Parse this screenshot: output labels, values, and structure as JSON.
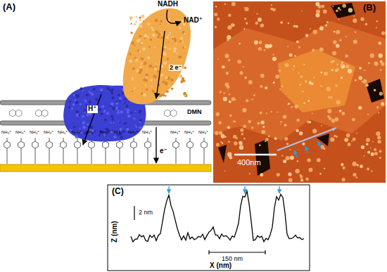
{
  "diagram": {
    "labels": [
      "(A)",
      "NADH",
      "NAD⁺",
      "2 e⁻",
      "H⁺",
      "DMN",
      "e⁻",
      "NH₃⁺",
      "NH₃⁺",
      "NH₃⁺",
      "NH₃⁺",
      "NH₃⁺",
      "NH₃⁺",
      "NH₃⁺",
      "NH₃⁺",
      "NH₃⁺",
      "NH₃⁺",
      "NH₃⁺",
      "NH₃⁺",
      "NH₃⁺",
      "NH₃⁺",
      "(B)",
      "400nm",
      "(C)",
      "2 nm",
      "150 nm",
      "Z (nm)",
      "X (nm)"
    ]
  }
}
